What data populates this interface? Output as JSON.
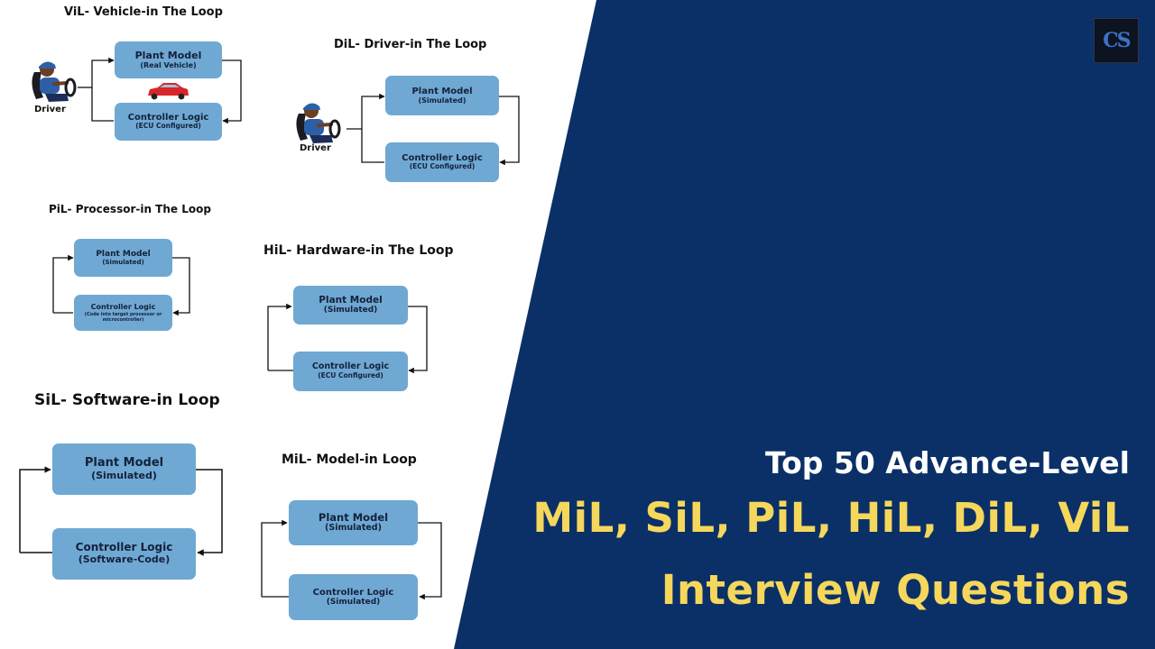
{
  "colors": {
    "navy": "#0a3067",
    "box": "#6fa8d3",
    "gold": "#f5d75c"
  },
  "vil": {
    "title": "ViL- Vehicle-in The Loop",
    "plant_main": "Plant Model",
    "plant_sub": "(Real Vehicle)",
    "ctrl_main": "Controller Logic",
    "ctrl_sub": "(ECU Configured)",
    "driver": "Driver"
  },
  "dil": {
    "title": "DiL- Driver-in The Loop",
    "plant_main": "Plant Model",
    "plant_sub": "(Simulated)",
    "ctrl_main": "Controller Logic",
    "ctrl_sub": "(ECU Configured)",
    "driver": "Driver"
  },
  "pil": {
    "title": "PiL- Processor-in The Loop",
    "plant_main": "Plant Model",
    "plant_sub": "(Simulated)",
    "ctrl_main": "Controller Logic",
    "ctrl_sub": "(Code into target processor or microcontroller)"
  },
  "hil": {
    "title": "HiL- Hardware-in The Loop",
    "plant_main": "Plant Model",
    "plant_sub": "(Simulated)",
    "ctrl_main": "Controller Logic",
    "ctrl_sub": "(ECU Configured)"
  },
  "sil": {
    "title": "SiL- Software-in Loop",
    "plant_main": "Plant Model",
    "plant_sub": "(Simulated)",
    "ctrl_main": "Controller Logic",
    "ctrl_sub": "(Software-Code)"
  },
  "mil": {
    "title": "MiL- Model-in Loop",
    "plant_main": "Plant Model",
    "plant_sub": "(Simulated)",
    "ctrl_main": "Controller Logic",
    "ctrl_sub": "(Simulated)"
  },
  "banner": {
    "line1": "Top 50 Advance-Level",
    "line2": "MiL, SiL, PiL, HiL, DiL, ViL",
    "line3": "Interview Questions"
  },
  "logo": {
    "text": "CS"
  },
  "icons": [
    "driver-icon",
    "car-icon",
    "arrow-icon"
  ]
}
